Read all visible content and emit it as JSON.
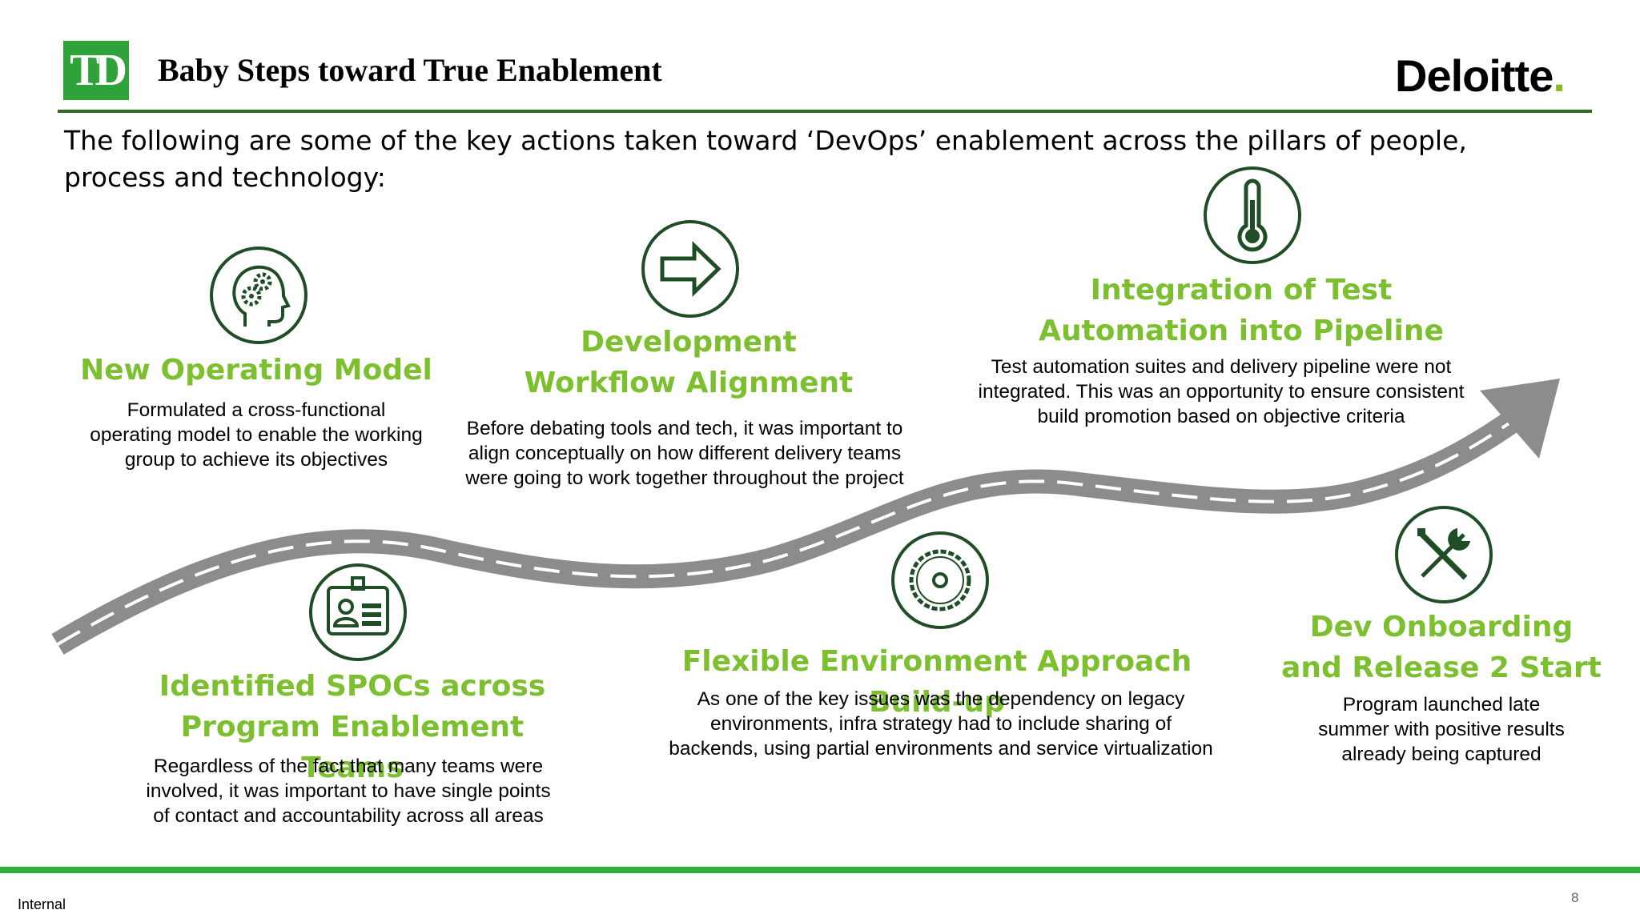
{
  "header": {
    "logo_text": "TD",
    "title": "Baby Steps toward True Enablement",
    "brand_name": "Deloitte",
    "brand_dot": ".",
    "accent_color": "#2e6b1f",
    "logo_color": "#2fa33a",
    "brand_dot_color": "#86bc25"
  },
  "intro": "The following are some of the key actions taken toward ‘DevOps’ enablement across the pillars of people, process and technology:",
  "steps": [
    {
      "icon": "head-gears-icon",
      "title_lines": [
        "New Operating Model"
      ],
      "desc_lines": [
        "Formulated a cross-functional",
        "operating model to enable the working",
        "group to achieve its objectives"
      ]
    },
    {
      "icon": "right-arrow-icon",
      "title_lines": [
        "Development",
        "Workflow Alignment"
      ],
      "desc_lines": [
        "Before debating tools and tech, it was important to",
        "align conceptually on how different delivery teams",
        "were going to work together throughout the project"
      ]
    },
    {
      "icon": "thermometer-icon",
      "title_lines": [
        "Integration of Test",
        "Automation into Pipeline"
      ],
      "desc_lines": [
        "Test automation suites and delivery pipeline were not",
        "integrated. This was an opportunity to ensure consistent",
        "build promotion based on objective criteria"
      ]
    },
    {
      "icon": "id-badge-icon",
      "title_lines": [
        "Identified SPOCs across",
        "Program Enablement Teams"
      ],
      "desc_lines": [
        "Regardless of the fact that many teams were",
        "involved, it was important to have single points",
        "of contact and accountability across all areas"
      ]
    },
    {
      "icon": "saw-blade-icon",
      "title_lines": [
        "Flexible Environment Approach Build-up"
      ],
      "desc_lines": [
        "As one of the key issues was the dependency on legacy",
        "environments, infra strategy had to include sharing of",
        "backends, using partial environments and service virtualization"
      ]
    },
    {
      "icon": "tools-icon",
      "title_lines": [
        "Dev Onboarding",
        "and Release 2 Start"
      ],
      "desc_lines": [
        "Program launched late",
        "summer with positive results",
        "already being captured"
      ]
    }
  ],
  "colors": {
    "title_green": "#7cbf2f",
    "icon_stroke": "#1f4d25",
    "road": "#8c8c8c",
    "footer_rule": "#2bb13a"
  },
  "footer": {
    "label": "Internal",
    "page_number": "8"
  }
}
